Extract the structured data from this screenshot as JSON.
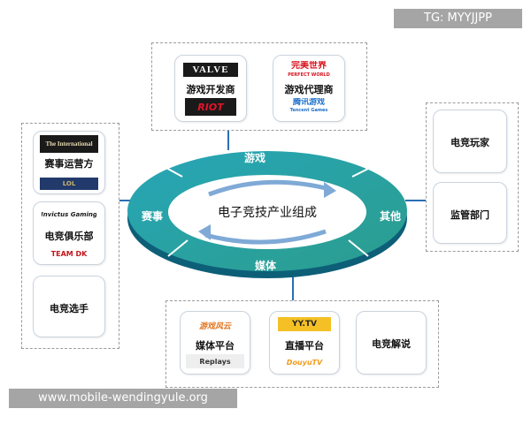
{
  "center": {
    "title": "电子竞技产业组成"
  },
  "ring_labels": {
    "top": "游戏",
    "left": "赛事",
    "right": "其他",
    "bottom": "媒体"
  },
  "top_group": {
    "cards": [
      {
        "label": "游戏开发商",
        "logos": [
          "VALVE",
          "RIOT"
        ]
      },
      {
        "label": "游戏代理商",
        "logos": [
          "完美世界",
          "PERFECT WORLD",
          "腾讯游戏",
          "Tencent Games"
        ]
      }
    ]
  },
  "left_group": {
    "cards": [
      {
        "label": "赛事运营方",
        "logos": [
          "The International",
          "LOL"
        ]
      },
      {
        "label": "电竞俱乐部",
        "logos": [
          "Invictus Gaming",
          "TEAM DK"
        ]
      },
      {
        "label": "电竞选手",
        "logos": []
      }
    ]
  },
  "right_group": {
    "cards": [
      {
        "label": "电竞玩家"
      },
      {
        "label": "监管部门"
      }
    ]
  },
  "bottom_group": {
    "cards": [
      {
        "label": "媒体平台",
        "logos": [
          "游戏风云",
          "Replays"
        ]
      },
      {
        "label": "直播平台",
        "logos": [
          "YY.TV",
          "DouyuTV"
        ]
      },
      {
        "label": "电竞解说",
        "logos": []
      }
    ]
  },
  "watermarks": {
    "tg": "TG: MYYJJPP",
    "site": "www.mobile-wendingyule.org"
  },
  "colors": {
    "ring_outer": "#1f8fa8",
    "ring_inner": "#2f9c96",
    "ring_shadow": "#0d5f78",
    "connector": "#2a6fb5",
    "arrow": "#7fa9d6"
  }
}
